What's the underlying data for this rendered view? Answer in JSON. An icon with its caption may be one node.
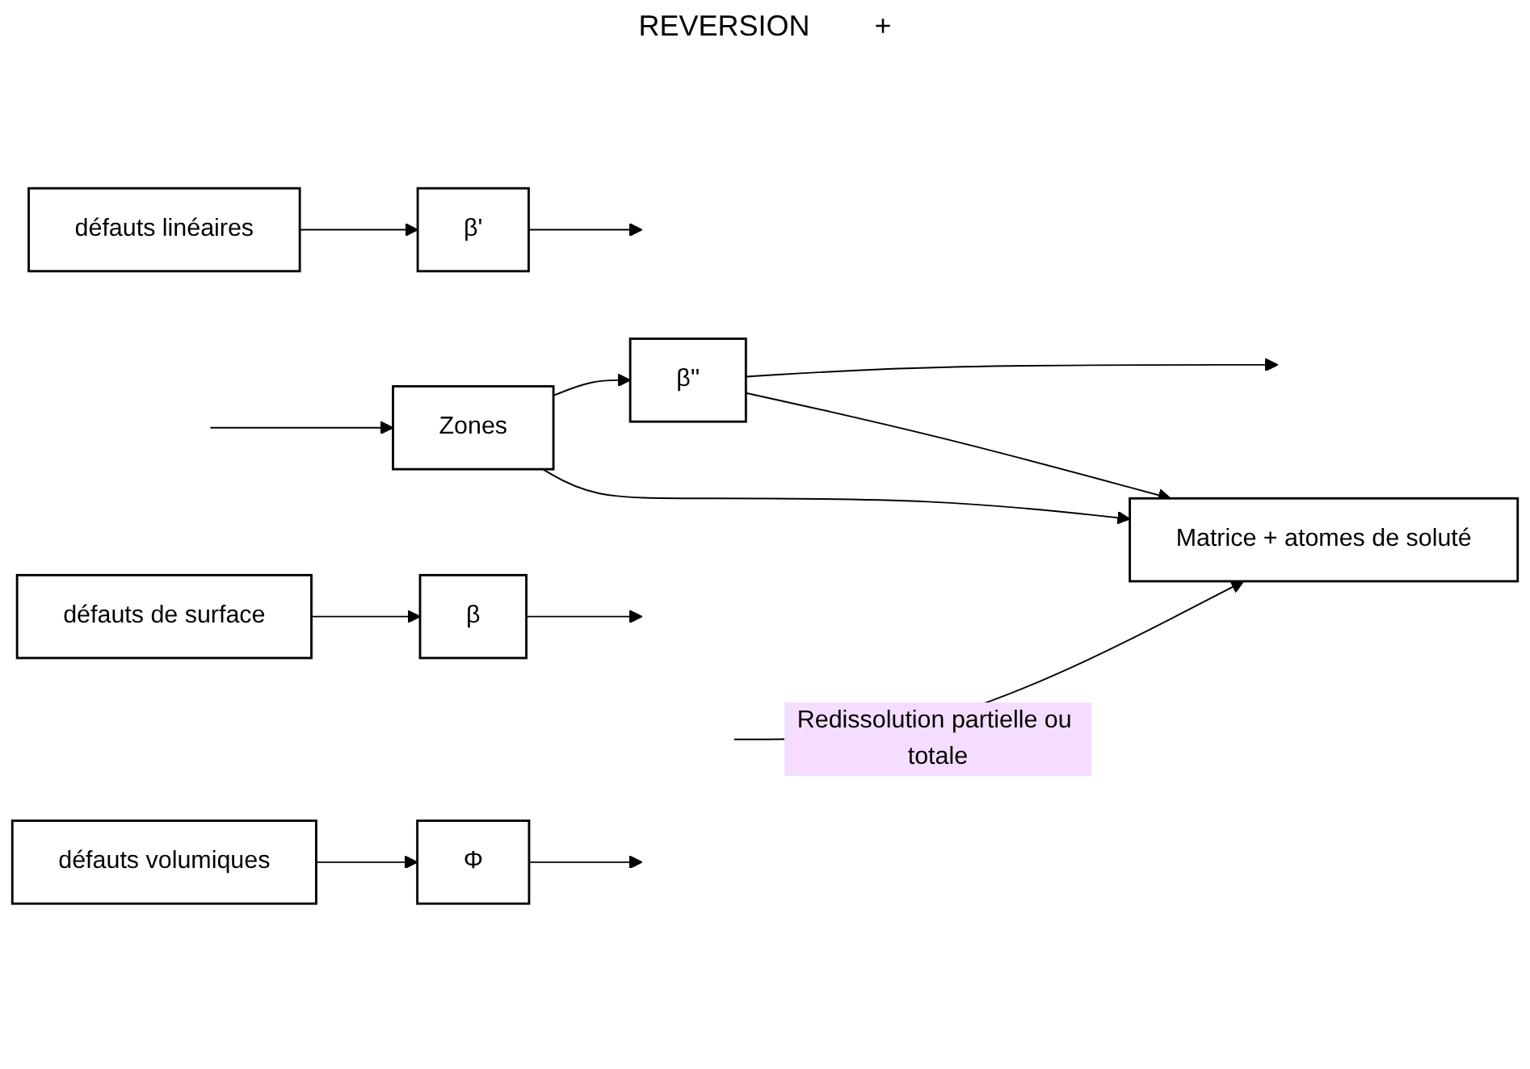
{
  "diagram": {
    "nodes": [
      {
        "text": [
          "Matrice + atomes de soluté"
        ]
      },
      {
        "text": [
          "Zones"
        ]
      },
      {
        "text": [
          "β''"
        ]
      },
      {
        "text": [
          "défauts linéaires"
        ]
      },
      {
        "text": [
          "β'"
        ]
      },
      {
        "text": [
          "défauts de surface"
        ]
      },
      {
        "text": [
          "β"
        ]
      },
      {
        "text": [
          "défauts volumiques"
        ]
      },
      {
        "text": [
          "Φ"
        ]
      }
    ],
    "edges": [
      {
        "from": null,
        "to": 1,
        "arrow": "to"
      },
      {
        "from": 1,
        "to": 2,
        "arrow": "to"
      },
      {
        "from": 2,
        "to": null,
        "arrow": "to"
      },
      {
        "from": 3,
        "to": 4,
        "arrow": "to"
      },
      {
        "from": 4,
        "to": null,
        "arrow": "to"
      },
      {
        "from": 5,
        "to": 6,
        "arrow": "to"
      },
      {
        "from": 6,
        "to": null,
        "arrow": "to"
      },
      {
        "from": 7,
        "to": 8,
        "arrow": "to"
      },
      {
        "from": 8,
        "to": null,
        "arrow": "to"
      },
      {
        "from": 1,
        "to": 0,
        "arrow": "to"
      },
      {
        "from": 2,
        "to": 0,
        "arrow": "to"
      },
      {
        "from": null,
        "to": 0,
        "arrow": "to",
        "label": "Redissolution partielle ou totale"
      }
    ],
    "labels": [
      "REVERSION",
      "+"
    ]
  }
}
